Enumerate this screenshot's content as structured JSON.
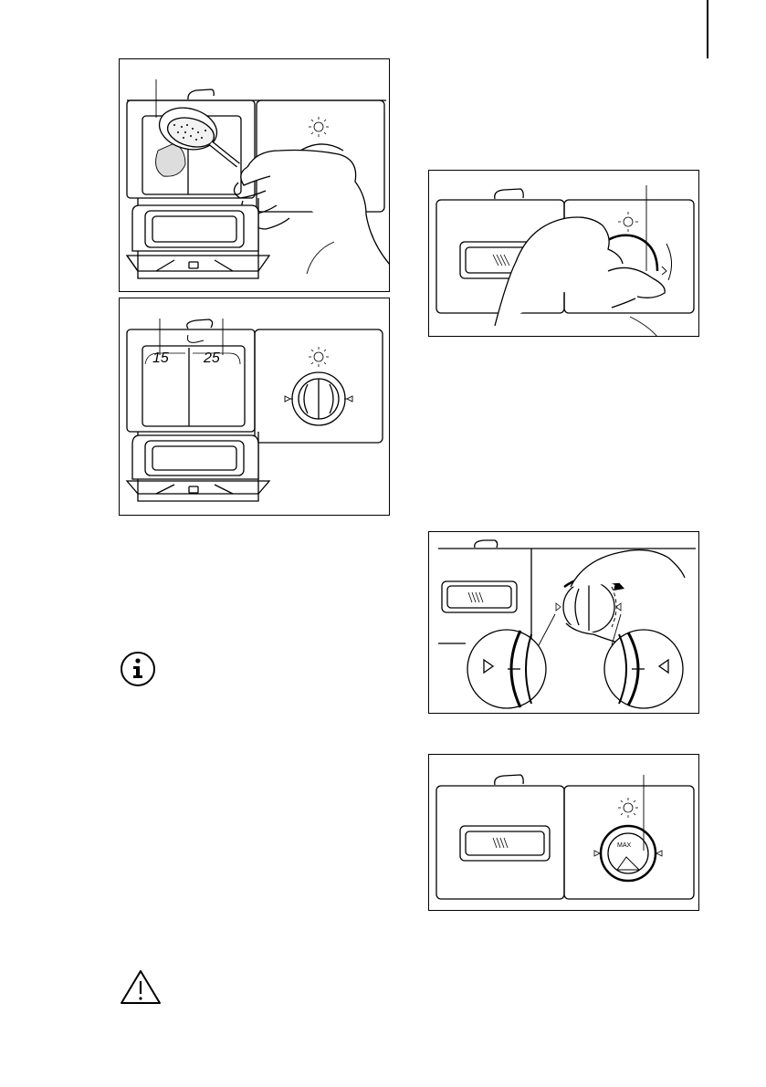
{
  "figure_b": {
    "label_left": "15",
    "label_right": "25"
  },
  "figure_e": {
    "dial_text": "MAX"
  },
  "icons": {
    "info": "info-icon",
    "warning": "warning-icon",
    "light": "sun-icon",
    "marker": "triangle-marker-icon"
  }
}
